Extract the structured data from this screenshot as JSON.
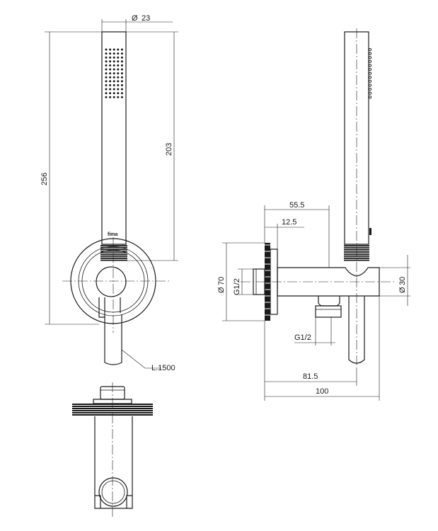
{
  "dimensions": {
    "diameter_23": "23",
    "length_256": "256",
    "length_203": "203",
    "hose_length": "L.1500",
    "width_55_5": "55.5",
    "width_12_5": "12.5",
    "diameter_70": "70",
    "thread_side": "G1/2",
    "diameter_30": "30",
    "thread_bottom": "G1/2",
    "width_81_5": "81.5",
    "width_100": "100"
  },
  "symbols": {
    "diameter": "Ø"
  },
  "brand_mark": "fima",
  "colors": {
    "line": "#1a1a1a",
    "background": "#ffffff"
  }
}
